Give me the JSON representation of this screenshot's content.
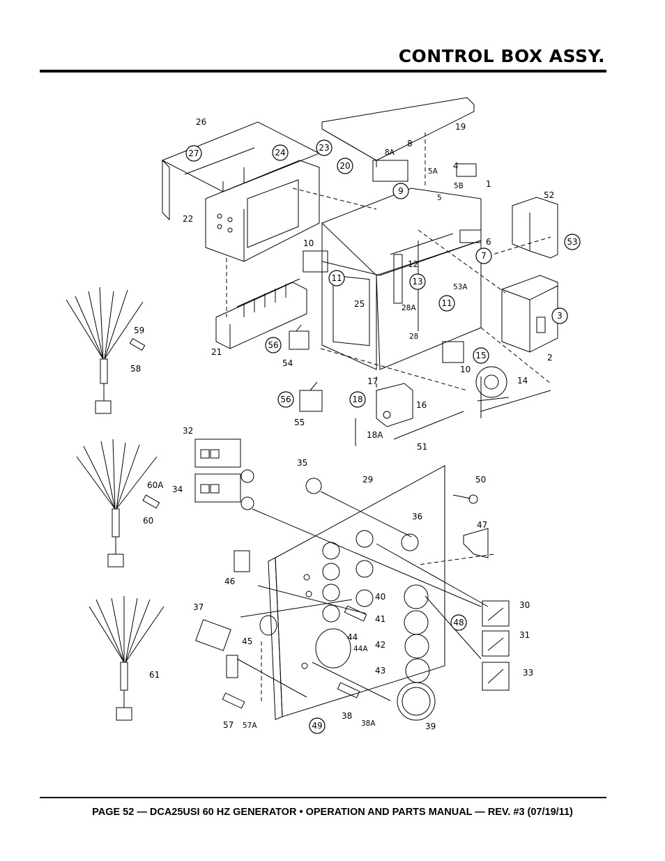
{
  "header": {
    "title": "CONTROL BOX ASSY."
  },
  "footer": {
    "text": "PAGE 52 — DCA25USI 60 HZ GENERATOR • OPERATION AND PARTS MANUAL — REV. #3 (07/19/11)"
  },
  "callouts": {
    "c1": "1",
    "c2": "2",
    "c3": "3",
    "c4": "4",
    "c5": "5",
    "c5A": "5A",
    "c5B": "5B",
    "c6": "6",
    "c7": "7",
    "c8": "8",
    "c8A": "8A",
    "c9": "9",
    "c10a": "10",
    "c10b": "10",
    "c11a": "11",
    "c11b": "11",
    "c12": "12",
    "c13": "13",
    "c14": "14",
    "c15": "15",
    "c16": "16",
    "c17": "17",
    "c18": "18",
    "c18A": "18A",
    "c19": "19",
    "c20": "20",
    "c21": "21",
    "c22": "22",
    "c23": "23",
    "c24": "24",
    "c25": "25",
    "c26": "26",
    "c27": "27",
    "c28": "28",
    "c28A": "28A",
    "c29": "29",
    "c30": "30",
    "c31": "31",
    "c32": "32",
    "c33": "33",
    "c34": "34",
    "c35": "35",
    "c36": "36",
    "c37": "37",
    "c38": "38",
    "c38A": "38A",
    "c39": "39",
    "c40": "40",
    "c41": "41",
    "c42": "42",
    "c43": "43",
    "c44": "44",
    "c44A": "44A",
    "c45": "45",
    "c46": "46",
    "c47": "47",
    "c48": "48",
    "c49": "49",
    "c50": "50",
    "c51": "51",
    "c52": "52",
    "c53": "53",
    "c53A": "53A",
    "c54": "54",
    "c55": "55",
    "c56a": "56",
    "c56b": "56",
    "c57": "57",
    "c57A": "57A",
    "c58": "58",
    "c59": "59",
    "c60": "60",
    "c60A": "60A",
    "c61": "61"
  }
}
